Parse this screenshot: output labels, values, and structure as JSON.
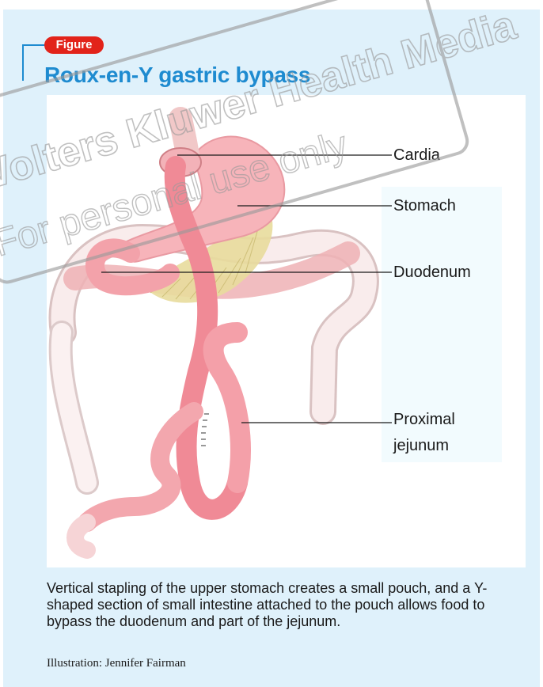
{
  "figure": {
    "tag": "Figure",
    "title": "Roux-en-Y gastric bypass"
  },
  "labels": {
    "cardia": "Cardia",
    "stomach": "Stomach",
    "duodenum": "Duodenum",
    "jejunum_line1": "Proximal",
    "jejunum_line2": "jejunum"
  },
  "caption": "Vertical stapling of the upper stomach creates a small pouch, and a Y-shaped section of small intestine attached to the pouch allows food to bypass the duodenum and part of the jejunum.",
  "credit": "Illustration: Jennifer Fairman",
  "watermark": {
    "line1": "Wolters Kluwer Health Media",
    "line2": "For personal use only"
  },
  "colors": {
    "panel_background": "#dff1fb",
    "accent_blue": "#1e8bd0",
    "tag_red": "#e2231a",
    "organ_pink": "#f39ca6",
    "fat_yellow": "#e8dc9c",
    "watermark_gray": "#9a9a9a"
  }
}
